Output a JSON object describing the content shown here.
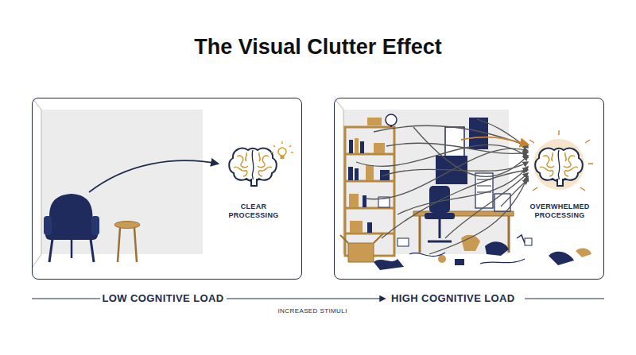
{
  "diagram": {
    "title": "The Visual Clutter Effect",
    "nodes": [
      {
        "text": [
          "CLEAR PROCESSING"
        ]
      },
      {
        "text": [
          "OVERWHELMED PROCESSING"
        ]
      }
    ],
    "labels": [
      "LOW COGNITIVE LOAD",
      "INCREASED STIMULI",
      "HIGH COGNITIVE LOAD"
    ]
  }
}
